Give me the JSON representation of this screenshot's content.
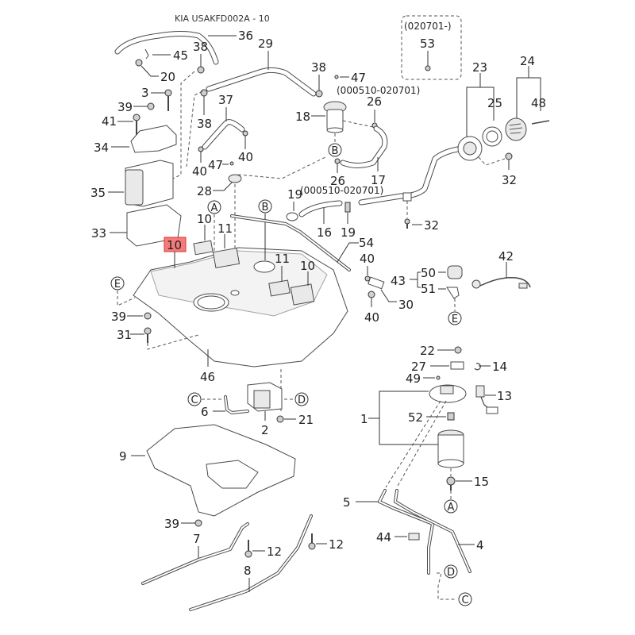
{
  "diagram": {
    "title": "KIA USAKFD002A - 10",
    "highlighted_part": "10",
    "note_box": {
      "date_range": "(020701-)",
      "part": "53"
    },
    "date_notes": [
      "(000510-020701)",
      "(000510-020701)"
    ],
    "reference_markers": [
      "A",
      "B",
      "C",
      "D",
      "E"
    ],
    "labels": {
      "p36": "36",
      "p29": "29",
      "p38a": "38",
      "p45": "45",
      "p20": "20",
      "p38b": "38",
      "p47a": "47",
      "p26a": "26",
      "p18": "18",
      "p3": "3",
      "p39a": "39",
      "p41": "41",
      "p34": "34",
      "p38c": "38",
      "p37": "37",
      "p40a": "40",
      "p40b": "40",
      "p47b": "47",
      "p28": "28",
      "p35": "35",
      "p33": "33",
      "p10a": "10",
      "p11a": "11",
      "p10hl": "10",
      "p19a": "19",
      "p16": "16",
      "p19b": "19",
      "p26b": "26",
      "p17": "17",
      "p54": "54",
      "p11b": "11",
      "p10b": "10",
      "p40c": "40",
      "p30": "30",
      "p40d": "40",
      "p23": "23",
      "p25": "25",
      "p24": "24",
      "p48": "48",
      "p32a": "32",
      "p32b": "32",
      "p43": "43",
      "p50": "50",
      "p51": "51",
      "p42": "42",
      "p39b": "39",
      "p31": "31",
      "p46": "46",
      "p6": "6",
      "p2": "2",
      "p21": "21",
      "p22": "22",
      "p27": "27",
      "p14": "14",
      "p49": "49",
      "p13": "13",
      "p1": "1",
      "p52": "52",
      "p15": "15",
      "p9": "9",
      "p5": "5",
      "p4": "4",
      "p44": "44",
      "p39c": "39",
      "p7": "7",
      "p12a": "12",
      "p12b": "12",
      "p8": "8",
      "p53": "53"
    }
  }
}
